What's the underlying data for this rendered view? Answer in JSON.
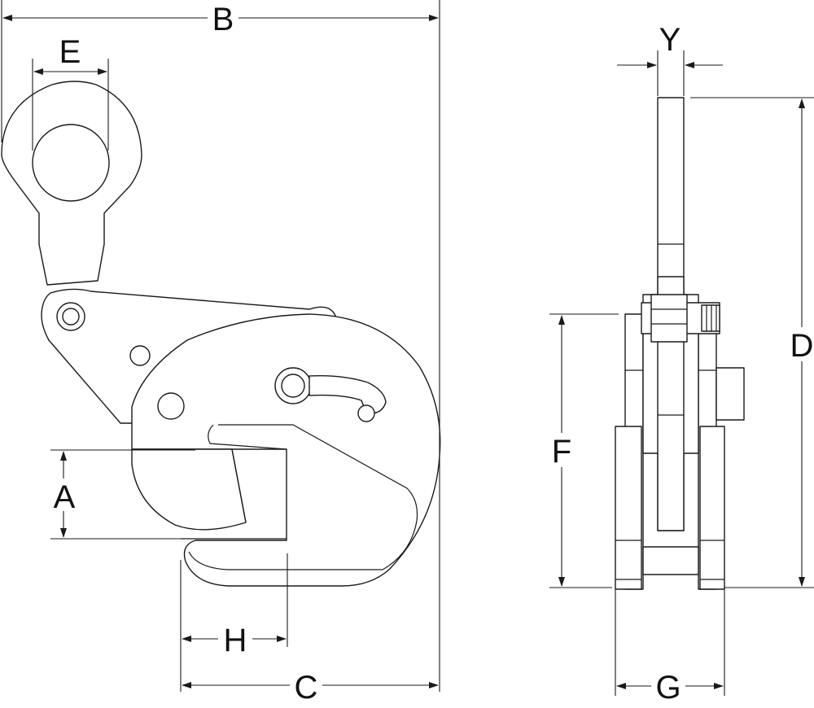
{
  "dimensions": {
    "A": "A",
    "B": "B",
    "C": "C",
    "D": "D",
    "E": "E",
    "F": "F",
    "G": "G",
    "H": "H",
    "Y": "Y"
  },
  "colors": {
    "line": "#1a1a1a",
    "background": "#ffffff"
  }
}
